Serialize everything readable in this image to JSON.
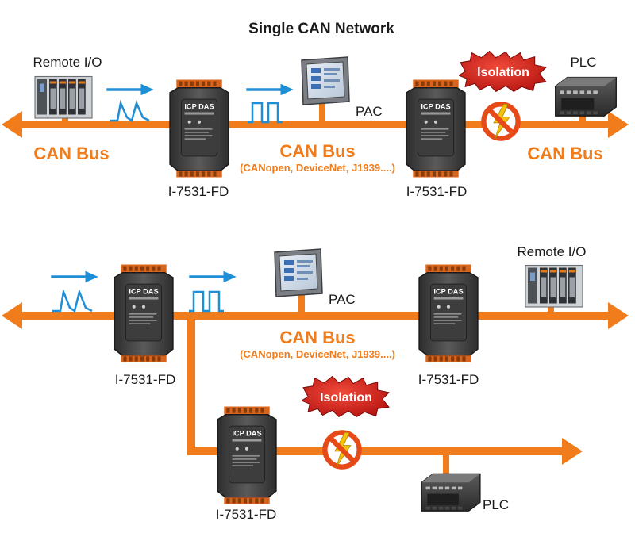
{
  "title": "Single CAN Network",
  "top": {
    "remote_io_label": "Remote I/O",
    "pac_label": "PAC",
    "plc_label": "PLC",
    "converter1_label": "I-7531-FD",
    "converter2_label": "I-7531-FD",
    "bus_left": "CAN Bus",
    "bus_center": "CAN Bus",
    "bus_center_sub": "(CANopen, DeviceNet, J1939....)",
    "bus_right": "CAN Bus",
    "isolation": "Isolation"
  },
  "bottom": {
    "remote_io_label": "Remote I/O",
    "pac_label": "PAC",
    "plc_label": "PLC",
    "converter1_label": "I-7531-FD",
    "converter2_label": "I-7531-FD",
    "converter3_label": "I-7531-FD",
    "bus_center": "CAN Bus",
    "bus_center_sub": "(CANopen, DeviceNet, J1939....)",
    "isolation": "Isolation"
  },
  "device_brand": "ICP DAS",
  "colors": {
    "bus": "#f07c1b",
    "signal": "#1e8fd6",
    "isolation": "#d9211f"
  }
}
